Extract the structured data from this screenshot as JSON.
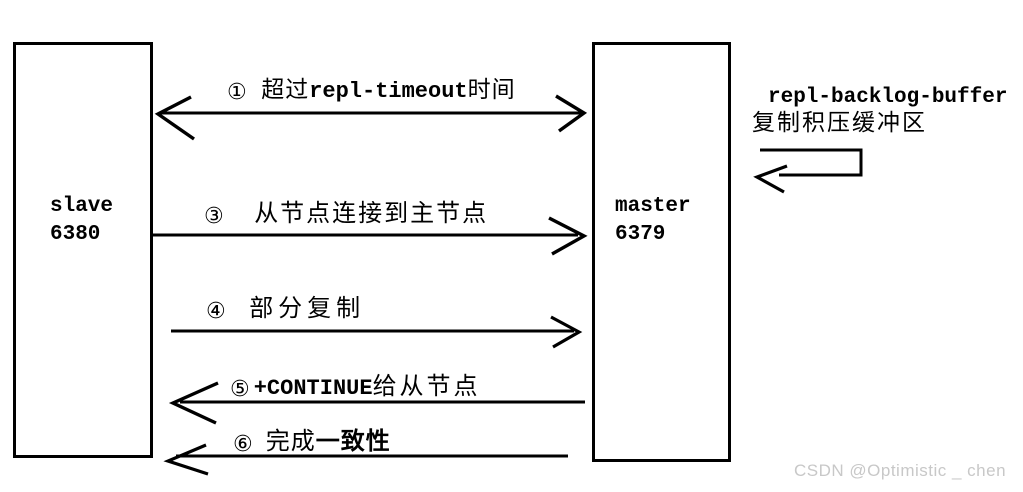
{
  "nodes": {
    "slave": {
      "name": "slave",
      "port": "6380"
    },
    "master": {
      "name": "master",
      "port": "6379"
    }
  },
  "backlog": {
    "title": "repl-backlog-buffer",
    "subtitle": "复制积压缓冲区"
  },
  "arrows": {
    "a1": {
      "num": "①",
      "pre": "超过",
      "code": "repl-timeout",
      "post": "时间",
      "direction": "both"
    },
    "a3": {
      "num": "③",
      "text": "从节点连接到主节点",
      "direction": "slave-to-master"
    },
    "a4": {
      "num": "④",
      "text": "部分复制",
      "direction": "slave-to-master"
    },
    "a5": {
      "num": "⑤",
      "code": "+CONTINUE",
      "post": "给从节点",
      "direction": "master-to-slave"
    },
    "a6": {
      "num": "⑥",
      "pre": "完成",
      "emph": "一致性",
      "direction": "master-to-slave"
    }
  },
  "watermark": "CSDN @Optimistic _ chen",
  "colors": {
    "line": "#000000",
    "text": "#000000",
    "watermark": "#c8c8c8",
    "background": "#ffffff"
  }
}
